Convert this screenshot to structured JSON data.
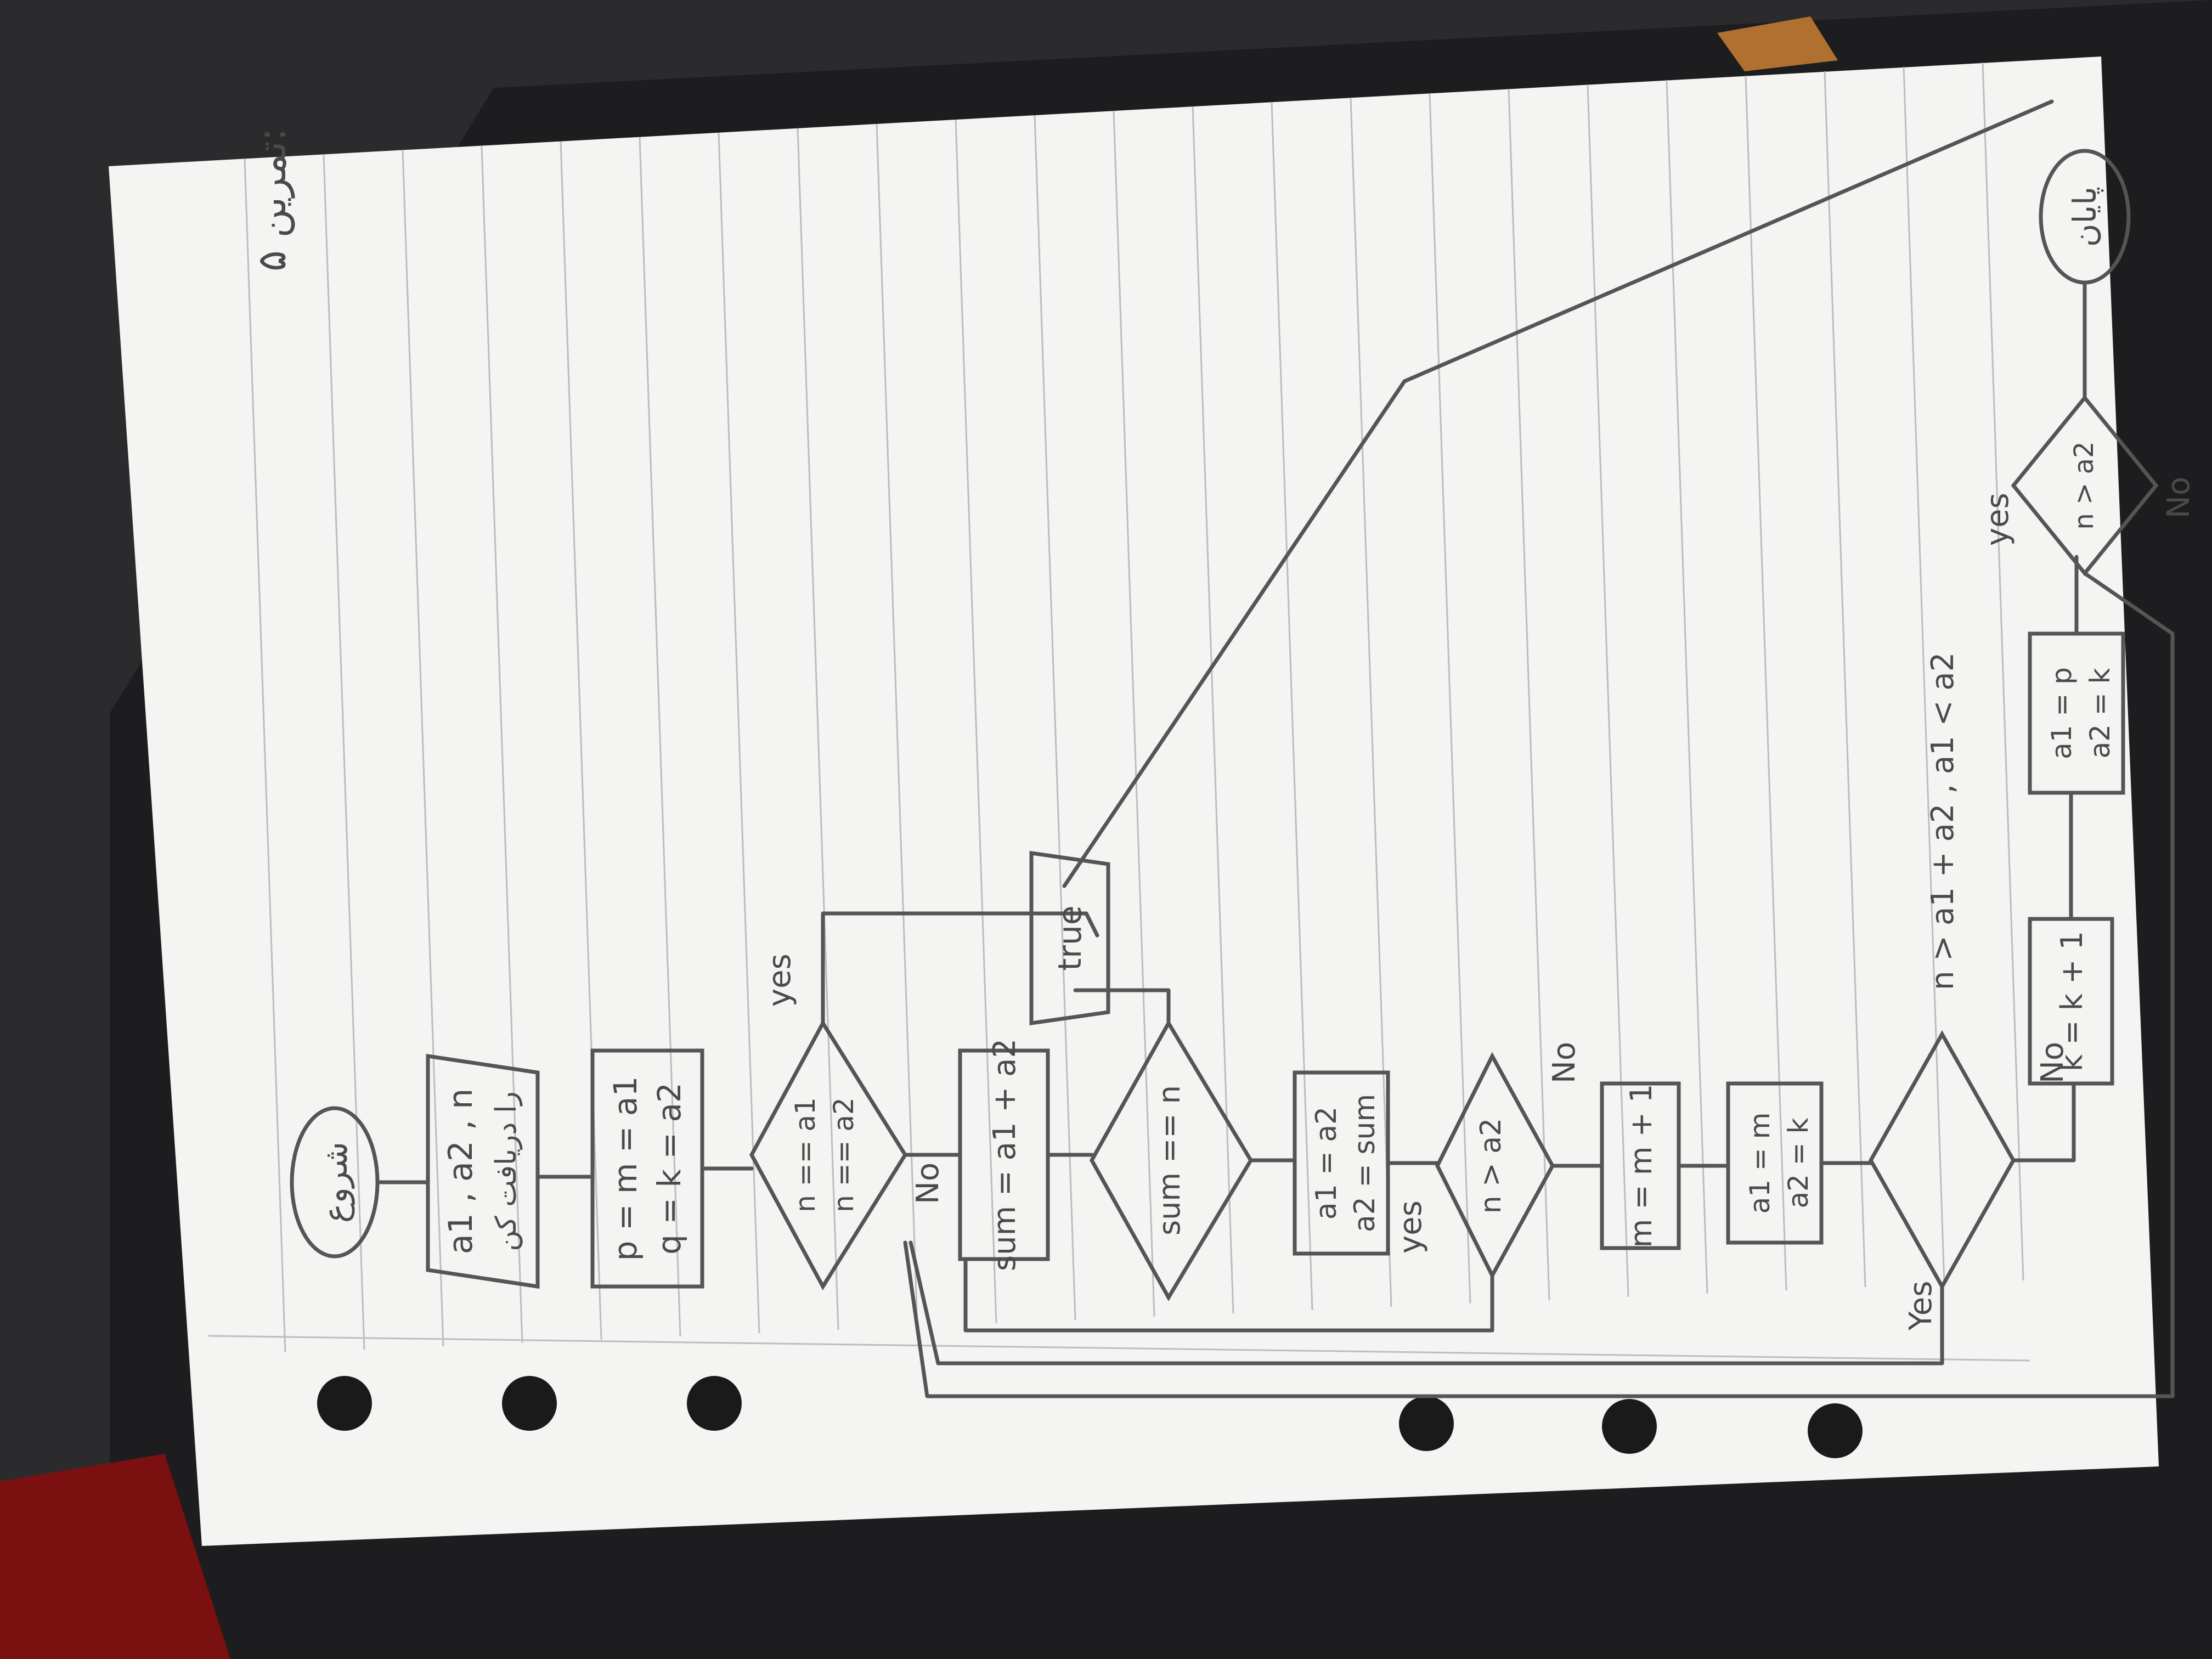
{
  "header": {
    "label": "تمرین ۵:"
  },
  "nodes": {
    "start": "شروع",
    "input_line1": "a1 , a2 , n",
    "input_line2": "را دریافت کن",
    "assign_line1": "p = m = a1",
    "assign_line2": "q = k = a2",
    "cond1_line1": "n == a1",
    "cond1_line2": "n == a2",
    "sum_assign": "sum = a1 + a2",
    "cond_sum": "sum == n",
    "true_output": "true",
    "swap_line1": "a1 = a2",
    "swap_line2": "a2 = sum",
    "cond_n_a2": "n > a2",
    "m_inc": "m = m + 1",
    "reset_line1": "a1 = m",
    "reset_line2": "a2 = k",
    "cond_big": "n > a1 + a2 , a1 < a2",
    "k_inc": "k = k + 1",
    "final_line1": "a1 = p",
    "final_line2": "a2 = k",
    "cond_last": "n > a2",
    "end": "پایان"
  },
  "labels": {
    "yes1": "yes",
    "no1": "No",
    "yes2": "yes",
    "no2": "No",
    "yes3": "Yes",
    "no3": "No",
    "yes4": "yes",
    "no4": "No"
  },
  "colors": {
    "paper": "#f4f4f2",
    "rule_lines": "#bcbcc4",
    "ink": "#555555",
    "background": "#2b2b2d"
  }
}
